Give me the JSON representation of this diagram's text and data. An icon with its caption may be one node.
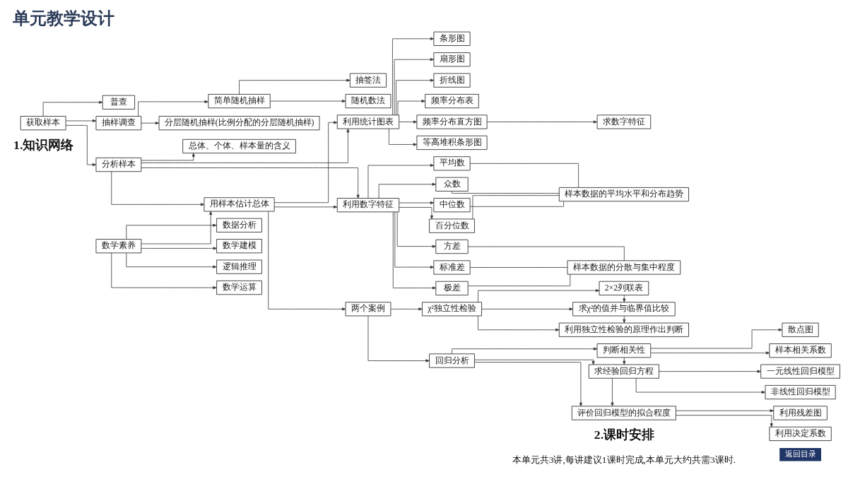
{
  "diagram": {
    "title": "单元教学设计",
    "nodes": [
      {
        "text": [
          "普查"
        ]
      },
      {
        "text": [
          "获取样本"
        ]
      },
      {
        "text": [
          "抽样调查"
        ]
      },
      {
        "text": [
          "简单随机抽样"
        ]
      },
      {
        "text": [
          "抽签法"
        ]
      },
      {
        "text": [
          "随机数法"
        ]
      },
      {
        "text": [
          "分层随机抽样(比例分配的分层随机抽样)"
        ]
      },
      {
        "text": [
          "总体、个体、样本量的含义"
        ]
      },
      {
        "text": [
          "分析样本"
        ]
      },
      {
        "text": [
          "利用统计图表"
        ]
      },
      {
        "text": [
          "条形图"
        ]
      },
      {
        "text": [
          "扇形图"
        ]
      },
      {
        "text": [
          "折线图"
        ]
      },
      {
        "text": [
          "频率分布表"
        ]
      },
      {
        "text": [
          "频率分布直方图"
        ]
      },
      {
        "text": [
          "求数字特征"
        ]
      },
      {
        "text": [
          "等高堆积条形图"
        ]
      },
      {
        "text": [
          "利用数字特征"
        ]
      },
      {
        "text": [
          "平均数"
        ]
      },
      {
        "text": [
          "众数"
        ]
      },
      {
        "text": [
          "中位数"
        ]
      },
      {
        "text": [
          "百分位数"
        ]
      },
      {
        "text": [
          "样本数据的平均水平和分布趋势"
        ]
      },
      {
        "text": [
          "方差"
        ]
      },
      {
        "text": [
          "标准差"
        ]
      },
      {
        "text": [
          "极差"
        ]
      },
      {
        "text": [
          "样本数据的分散与集中程度"
        ]
      },
      {
        "text": [
          "用样本估计总体"
        ]
      },
      {
        "text": [
          "数学素养"
        ]
      },
      {
        "text": [
          "数据分析"
        ]
      },
      {
        "text": [
          "数学建模"
        ]
      },
      {
        "text": [
          "逻辑推理"
        ]
      },
      {
        "text": [
          "数学运算"
        ]
      },
      {
        "text": [
          "两个案例"
        ]
      },
      {
        "text": [
          "χ²独立性检验"
        ]
      },
      {
        "text": [
          "2×2列联表"
        ]
      },
      {
        "text": [
          "求χ²的值并与临界值比较"
        ]
      },
      {
        "text": [
          "利用独立性检验的原理作出判断"
        ]
      },
      {
        "text": [
          "回归分析"
        ]
      },
      {
        "text": [
          "判断相关性"
        ]
      },
      {
        "text": [
          "散点图"
        ]
      },
      {
        "text": [
          "样本相关系数"
        ]
      },
      {
        "text": [
          "求经验回归方程"
        ]
      },
      {
        "text": [
          "一元线性回归模型"
        ]
      },
      {
        "text": [
          "非线性回归模型"
        ]
      },
      {
        "text": [
          "评价回归模型的拟合程度"
        ]
      },
      {
        "text": [
          "利用残差图"
        ]
      },
      {
        "text": [
          "利用决定系数"
        ]
      }
    ],
    "edges": [
      {
        "from": 1,
        "to": 0,
        "arrow": "to"
      },
      {
        "from": 1,
        "to": 2,
        "arrow": "to"
      },
      {
        "from": 2,
        "to": 3,
        "arrow": "to"
      },
      {
        "from": 2,
        "to": 6,
        "arrow": "to"
      },
      {
        "from": 3,
        "to": 4,
        "arrow": "to"
      },
      {
        "from": 3,
        "to": 5,
        "arrow": "to"
      },
      {
        "from": 1,
        "to": 8,
        "arrow": "to"
      },
      {
        "from": 8,
        "to": 7,
        "arrow": "to"
      },
      {
        "from": 8,
        "to": 9,
        "arrow": "to"
      },
      {
        "from": 9,
        "to": 10,
        "arrow": "to"
      },
      {
        "from": 9,
        "to": 11,
        "arrow": "to"
      },
      {
        "from": 9,
        "to": 12,
        "arrow": "to"
      },
      {
        "from": 9,
        "to": 13,
        "arrow": "to"
      },
      {
        "from": 9,
        "to": 14,
        "arrow": "to"
      },
      {
        "from": 9,
        "to": 16,
        "arrow": "to"
      },
      {
        "from": 14,
        "to": 15,
        "arrow": "to"
      },
      {
        "from": 8,
        "to": 17,
        "arrow": "to"
      },
      {
        "from": 17,
        "to": 18,
        "arrow": "to"
      },
      {
        "from": 17,
        "to": 19,
        "arrow": "to"
      },
      {
        "from": 17,
        "to": 20,
        "arrow": "to"
      },
      {
        "from": 17,
        "to": 21,
        "arrow": "to"
      },
      {
        "from": 17,
        "to": 23,
        "arrow": "to"
      },
      {
        "from": 17,
        "to": 24,
        "arrow": "to"
      },
      {
        "from": 17,
        "to": 25,
        "arrow": "to"
      },
      {
        "from": 18,
        "to": 22,
        "arrow": "none"
      },
      {
        "from": 19,
        "to": 22,
        "arrow": "none"
      },
      {
        "from": 20,
        "to": 22,
        "arrow": "none"
      },
      {
        "from": 21,
        "to": 22,
        "arrow": "none"
      },
      {
        "from": 23,
        "to": 26,
        "arrow": "none"
      },
      {
        "from": 24,
        "to": 26,
        "arrow": "none"
      },
      {
        "from": 25,
        "to": 26,
        "arrow": "none"
      },
      {
        "from": 8,
        "to": 27,
        "arrow": "to"
      },
      {
        "from": 27,
        "to": 9,
        "arrow": "to"
      },
      {
        "from": 27,
        "to": 17,
        "arrow": "to"
      },
      {
        "from": 28,
        "to": 27,
        "arrow": "to"
      },
      {
        "from": 28,
        "to": 29,
        "arrow": "to"
      },
      {
        "from": 28,
        "to": 30,
        "arrow": "to"
      },
      {
        "from": 28,
        "to": 31,
        "arrow": "to"
      },
      {
        "from": 28,
        "to": 32,
        "arrow": "to"
      },
      {
        "from": 27,
        "to": 33,
        "arrow": "to"
      },
      {
        "from": 33,
        "to": 34,
        "arrow": "to"
      },
      {
        "from": 33,
        "to": 38,
        "arrow": "to"
      },
      {
        "from": 34,
        "to": 35,
        "arrow": "to"
      },
      {
        "from": 34,
        "to": 36,
        "arrow": "to"
      },
      {
        "from": 34,
        "to": 37,
        "arrow": "to"
      },
      {
        "from": 35,
        "to": 36,
        "arrow": "to"
      },
      {
        "from": 36,
        "to": 37,
        "arrow": "to"
      },
      {
        "from": 38,
        "to": 39,
        "arrow": "to"
      },
      {
        "from": 38,
        "to": 42,
        "arrow": "to"
      },
      {
        "from": 38,
        "to": 45,
        "arrow": "to"
      },
      {
        "from": 39,
        "to": 42,
        "arrow": "to"
      },
      {
        "from": 42,
        "to": 45,
        "arrow": "to"
      },
      {
        "from": 39,
        "to": 40,
        "arrow": "to"
      },
      {
        "from": 39,
        "to": 41,
        "arrow": "to"
      },
      {
        "from": 42,
        "to": 43,
        "arrow": "to"
      },
      {
        "from": 42,
        "to": 44,
        "arrow": "to"
      },
      {
        "from": 45,
        "to": 46,
        "arrow": "to"
      },
      {
        "from": 45,
        "to": 47,
        "arrow": "to"
      }
    ],
    "labels": [
      "1.知识网络",
      "2.课时安排",
      "本单元共3讲,每讲建议1课时完成,本单元大约共需3课时.",
      "返回目录"
    ]
  }
}
